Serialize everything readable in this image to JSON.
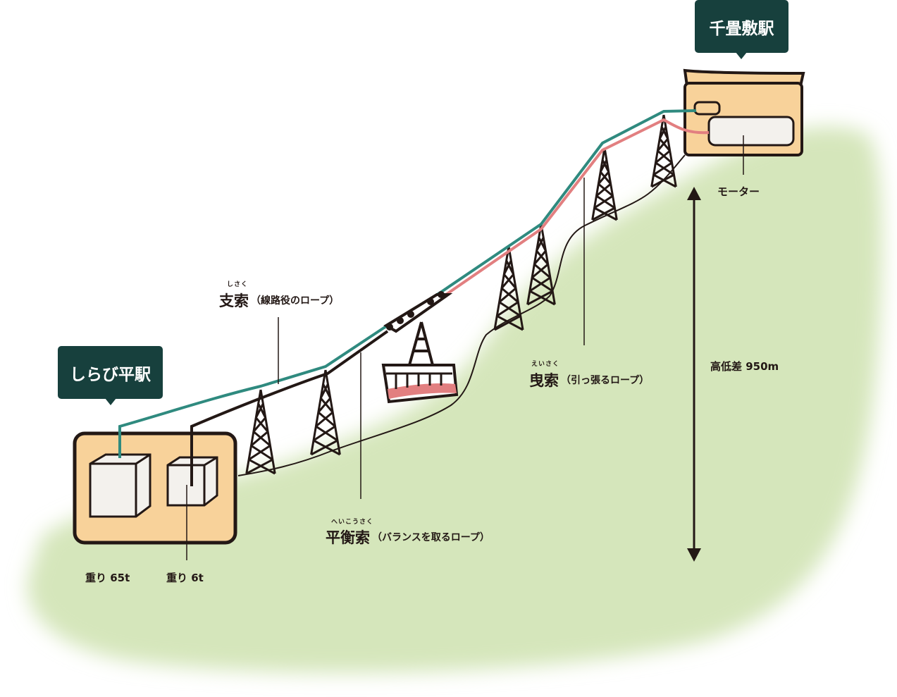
{
  "stations": {
    "bottom": "しらび平駅",
    "top": "千畳敷駅"
  },
  "ropes": {
    "track": {
      "furigana": "しさく",
      "name": "支索",
      "desc": "（線路役のロープ）"
    },
    "haul": {
      "furigana": "えいさく",
      "name": "曳索",
      "desc": "（引っ張るロープ）"
    },
    "balance": {
      "furigana": "へいこうさく",
      "name": "平衡索",
      "desc": "（バランスを取るロープ）"
    }
  },
  "weights": {
    "large": "重り 65t",
    "small": "重り 6t"
  },
  "motor": "モーター",
  "elevation": "高低差 950m",
  "colors": {
    "station_box": "#f8d29a",
    "ground": "#d5e6bb",
    "track_rope": "#2f8a7f",
    "haul_rope": "#e27f80",
    "callout": "#17403d"
  }
}
